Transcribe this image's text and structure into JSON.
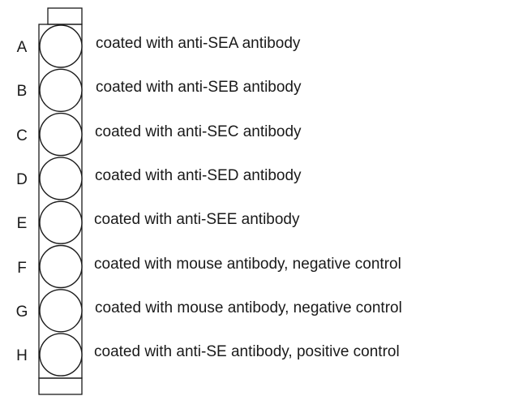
{
  "diagram": {
    "rows": [
      {
        "letter": "A",
        "description": "coated with anti-SEA antibody"
      },
      {
        "letter": "B",
        "description": "coated with anti-SEB antibody"
      },
      {
        "letter": "C",
        "description": "coated with anti-SEC antibody"
      },
      {
        "letter": "D",
        "description": "coated with anti-SED antibody"
      },
      {
        "letter": "E",
        "description": "coated with anti-SEE antibody"
      },
      {
        "letter": "F",
        "description": "coated with mouse antibody, negative control"
      },
      {
        "letter": "G",
        "description": "coated with mouse antibody, negative control"
      },
      {
        "letter": "H",
        "description": "coated with anti-SE antibody, positive control"
      }
    ],
    "line_color": "#1a1a1a"
  }
}
